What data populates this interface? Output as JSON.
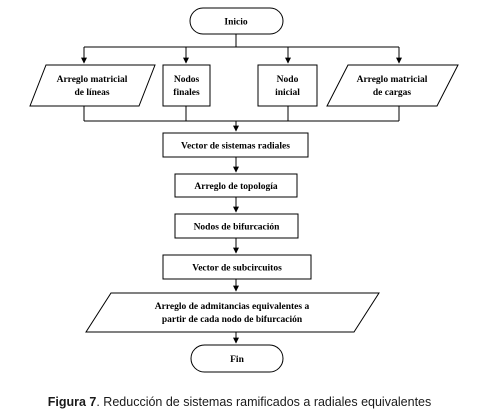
{
  "nodes": {
    "inicio": [
      "Inicio"
    ],
    "arreglo_lineas": [
      "Arreglo matricial",
      "de líneas"
    ],
    "nodos_finales": [
      "Nodos",
      "finales"
    ],
    "nodo_inicial": [
      "Nodo",
      "inicial"
    ],
    "arreglo_cargas": [
      "Arreglo matricial",
      "de cargas"
    ],
    "vector_sistemas": [
      "Vector de sistemas radiales"
    ],
    "arreglo_topologia": [
      "Arreglo de topología"
    ],
    "nodos_bifurcacion": [
      "Nodos de bifurcación"
    ],
    "vector_subcircuitos": [
      "Vector de subcircuitos"
    ],
    "arreglo_admitancias": [
      "Arreglo de admitancias equivalentes a",
      "partir de cada nodo de bifurcación"
    ],
    "fin": [
      "Fin"
    ]
  },
  "caption": {
    "label": "Figura 7",
    "text": ". Reducción de sistemas ramificados a radiales equivalentes"
  }
}
